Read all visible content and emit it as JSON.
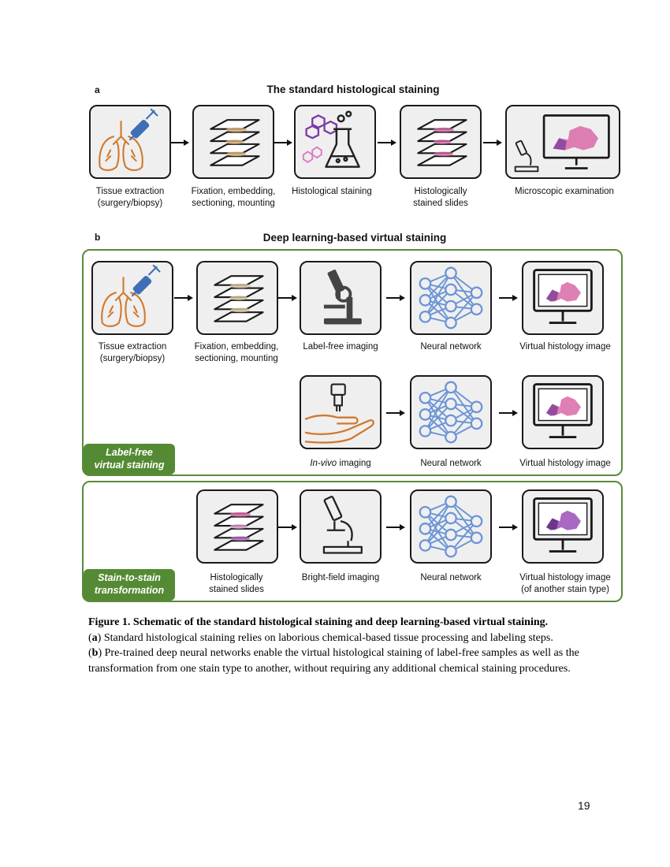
{
  "panel_a": {
    "letter": "a",
    "title": "The standard histological staining",
    "steps": [
      {
        "line1": "Tissue extraction",
        "line2": "(surgery/biopsy)"
      },
      {
        "line1": "Fixation, embedding,",
        "line2": "sectioning, mounting"
      },
      {
        "line1": "Histological staining",
        "line2": ""
      },
      {
        "line1": "Histologically",
        "line2": "stained slides"
      },
      {
        "line1": "Microscopic examination",
        "line2": ""
      }
    ]
  },
  "panel_b": {
    "letter": "b",
    "title": "Deep learning-based virtual staining",
    "row1": [
      {
        "line1": "Tissue extraction",
        "line2": "(surgery/biopsy)"
      },
      {
        "line1": "Fixation, embedding,",
        "line2": "sectioning, mounting"
      },
      {
        "line1": "Label-free imaging",
        "line2": ""
      },
      {
        "line1": "Neural network",
        "line2": ""
      },
      {
        "line1": "Virtual histology image",
        "line2": ""
      }
    ],
    "row2": {
      "invivo_italic": "In-vivo",
      "invivo_rest": " imaging",
      "neural": "Neural network",
      "virtual": "Virtual histology image"
    },
    "tag1_line1": "Label-free",
    "tag1_line2": "virtual staining",
    "row3": [
      {
        "line1": "Histologically",
        "line2": "stained slides"
      },
      {
        "line1": "Bright-field imaging",
        "line2": ""
      },
      {
        "line1": "Neural network",
        "line2": ""
      },
      {
        "line1": "Virtual histology image",
        "line2": "(of another stain type)"
      }
    ],
    "tag2_line1": "Stain-to-stain",
    "tag2_line2": "transformation"
  },
  "caption": {
    "bold_title": "Figure 1. Schematic of the standard histological staining and deep learning-based virtual staining.",
    "a_label": "a",
    "a_text": " Standard histological staining relies on laborious chemical-based tissue processing and labeling steps.",
    "b_label": "b",
    "b_text": " Pre-trained deep neural networks enable the virtual histological staining of label-free samples as well as the transformation from one stain type to another, without requiring any additional chemical staining procedures."
  },
  "page_number": "19",
  "colors": {
    "accent_green": "#558a34",
    "lung_orange": "#d2792e",
    "syringe_blue": "#3f6fb5",
    "network_blue": "#6b94d6",
    "chem_purple": "#7a3aa8",
    "chem_pink": "#e07ac0",
    "stain_pink": "#d96aa8",
    "stain_purple": "#7e3f9a"
  }
}
